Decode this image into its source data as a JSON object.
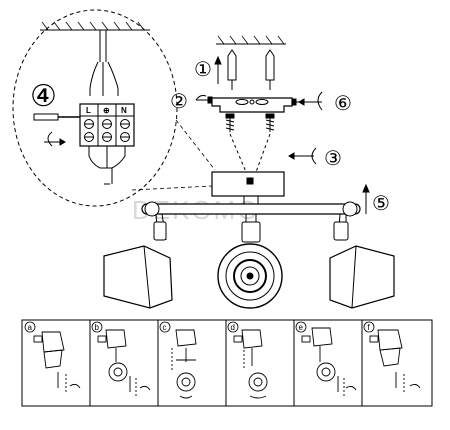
{
  "step_labels": {
    "mount": "①",
    "bracket": "②",
    "fix": "③",
    "wiring": "④",
    "lift": "⑤",
    "screw": "⑥"
  },
  "terminal_block": {
    "live": "L",
    "earth": "⊕",
    "neutral": "N"
  },
  "watermark": "DEKOMO",
  "panels": [
    "a",
    "b",
    "c",
    "d",
    "e",
    "f"
  ],
  "colors": {
    "line": "#000000",
    "background": "#ffffff",
    "watermark": "#d8d8d8"
  }
}
